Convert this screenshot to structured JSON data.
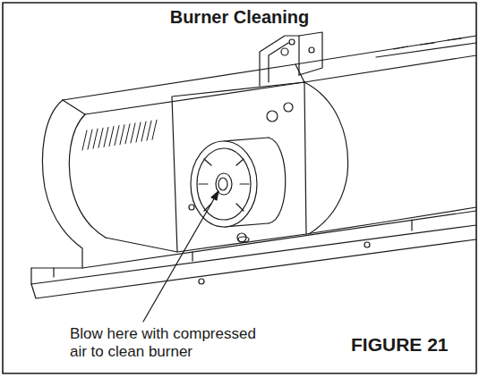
{
  "diagram": {
    "title": "Burner Cleaning",
    "caption": "FIGURE 21",
    "labels": [
      "Blow here with compressed air to clean burner"
    ]
  }
}
